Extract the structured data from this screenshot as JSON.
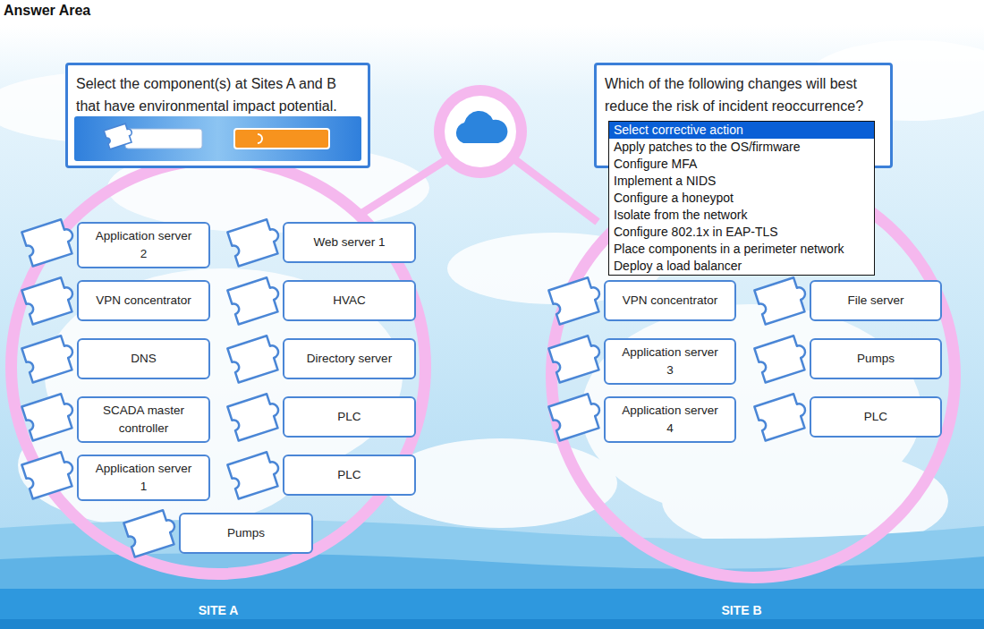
{
  "diagram": {
    "title": "Answer Area",
    "nodes": [
      {
        "text": [
          "Select the component(s) at Sites A and B that have environmental impact potential."
        ]
      },
      {
        "text": [
          "Which of the following changes will best reduce the risk of incident reoccurrence?"
        ]
      },
      {
        "text": [
          "Select corrective action",
          "Apply patches to the OS/firmware",
          "Configure MFA",
          "Implement a NIDS",
          "Configure a honeypot",
          "Isolate from the network",
          "Configure 802.1x in EAP-TLS",
          "Place components in a perimeter network",
          "Deploy a load balancer"
        ]
      },
      {
        "text": [
          "SITE A"
        ]
      },
      {
        "text": [
          "Application server 2"
        ],
        "in": 3
      },
      {
        "text": [
          "Web server 1"
        ],
        "in": 3
      },
      {
        "text": [
          "VPN concentrator"
        ],
        "in": 3
      },
      {
        "text": [
          "HVAC"
        ],
        "in": 3
      },
      {
        "text": [
          "DNS"
        ],
        "in": 3
      },
      {
        "text": [
          "Directory server"
        ],
        "in": 3
      },
      {
        "text": [
          "SCADA master controller"
        ],
        "in": 3
      },
      {
        "text": [
          "PLC"
        ],
        "in": 3
      },
      {
        "text": [
          "Application server 1"
        ],
        "in": 3
      },
      {
        "text": [
          "PLC"
        ],
        "in": 3
      },
      {
        "text": [
          "Pumps"
        ],
        "in": 3
      },
      {
        "text": [
          "SITE B"
        ]
      },
      {
        "text": [
          "VPN concentrator"
        ],
        "in": 15
      },
      {
        "text": [
          "File server"
        ],
        "in": 15
      },
      {
        "text": [
          "Application server 3"
        ],
        "in": 15
      },
      {
        "text": [
          "Pumps"
        ],
        "in": 15
      },
      {
        "text": [
          "Application server 4"
        ],
        "in": 15
      },
      {
        "text": [
          "PLC"
        ],
        "in": 15
      }
    ]
  }
}
